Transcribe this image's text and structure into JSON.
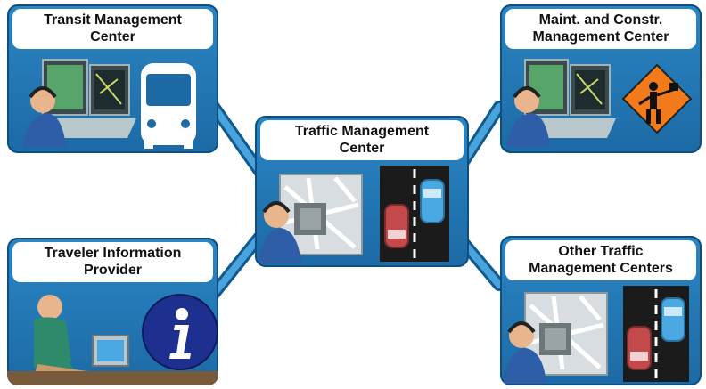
{
  "diagram": {
    "center": {
      "title_line1": "Traffic Management",
      "title_line2": "Center"
    },
    "nodes": {
      "transit": {
        "title_line1": "Transit Management",
        "title_line2": "Center"
      },
      "maint": {
        "title_line1": "Maint. and Constr.",
        "title_line2": "Management Center"
      },
      "traveler": {
        "title_line1": "Traveler Information",
        "title_line2": "Provider"
      },
      "other": {
        "title_line1": "Other Traffic",
        "title_line2": "Management Centers"
      }
    }
  },
  "icons": {
    "transit": [
      "operator-workstation-icon",
      "bus-icon"
    ],
    "maint": [
      "operator-workstation-icon",
      "flagger-warning-sign-icon"
    ],
    "traveler": [
      "computer-user-icon",
      "info-icon"
    ],
    "center": [
      "operator-map-display-icon",
      "road-cars-icon"
    ],
    "other": [
      "operator-map-display-icon",
      "road-cars-icon"
    ]
  },
  "colors": {
    "node_fill": "#1c6aa5",
    "node_border": "#0f4f80",
    "connector": "#3b95cf",
    "title_bg": "#ffffff",
    "sign_orange": "#f27a1a",
    "info_blue": "#1d2f8f"
  }
}
